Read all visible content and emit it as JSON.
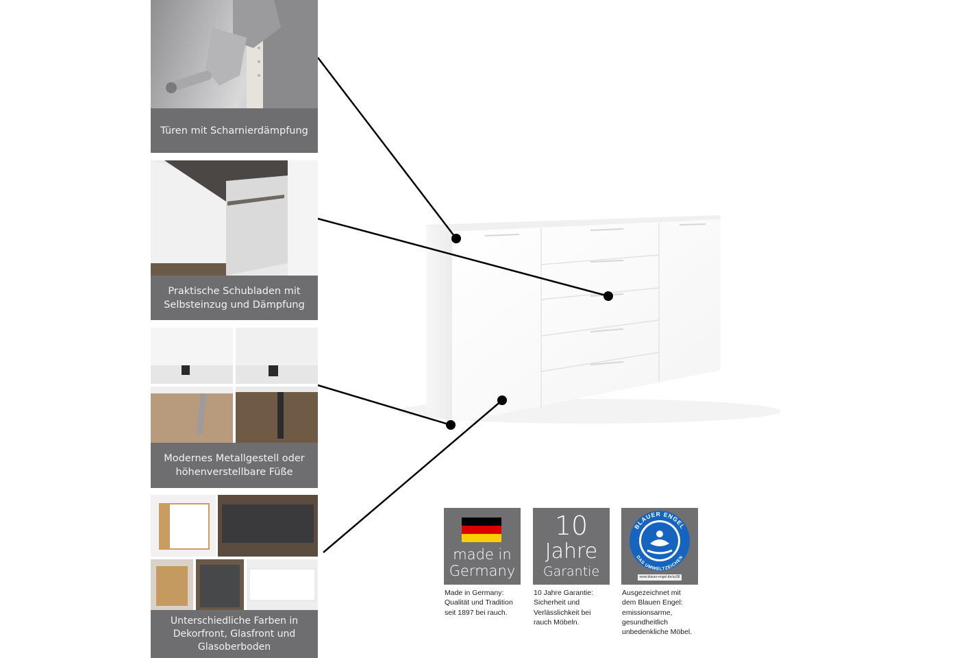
{
  "features": [
    {
      "caption_lines": [
        "Türen mit Scharnierdämpfung"
      ]
    },
    {
      "caption_lines": [
        "Praktische Schubladen mit",
        "Selbsteinzug und Dämpfung"
      ]
    },
    {
      "caption_lines": [
        "Modernes Metallgestell oder",
        "höhenverstellbare Füße"
      ]
    },
    {
      "caption_lines": [
        "Unterschiedliche Farben in",
        "Dekorfront, Glasfront und",
        "Glasoberboden"
      ]
    }
  ],
  "badges": {
    "made_in_germany": {
      "line1": "made in",
      "line2": "Germany",
      "flag_colors": [
        "#000000",
        "#dd0000",
        "#ffce00"
      ],
      "description_lines": [
        "Made in Germany:",
        "Qualität und Tradition",
        "seit 1897 bei rauch."
      ]
    },
    "warranty": {
      "number": "10",
      "word1": "Jahre",
      "word2": "Garantie",
      "description_lines": [
        "10 Jahre Garantie:",
        "Sicherheit und",
        "Verlässlichkeit bei",
        "rauch Möbeln."
      ]
    },
    "blauer_engel": {
      "ring_top": "BLAUER ENGEL",
      "ring_bottom": "DAS UMWELTZEICHEN",
      "url": "www.blauer-engel.de/uz38",
      "logo_color": "#1565c0",
      "description_lines": [
        "Ausgezeichnet mit",
        "dem Blauen Engel:",
        "emissionsarme,",
        "gesundheitlich",
        "unbedenkliche Möbel."
      ]
    }
  }
}
